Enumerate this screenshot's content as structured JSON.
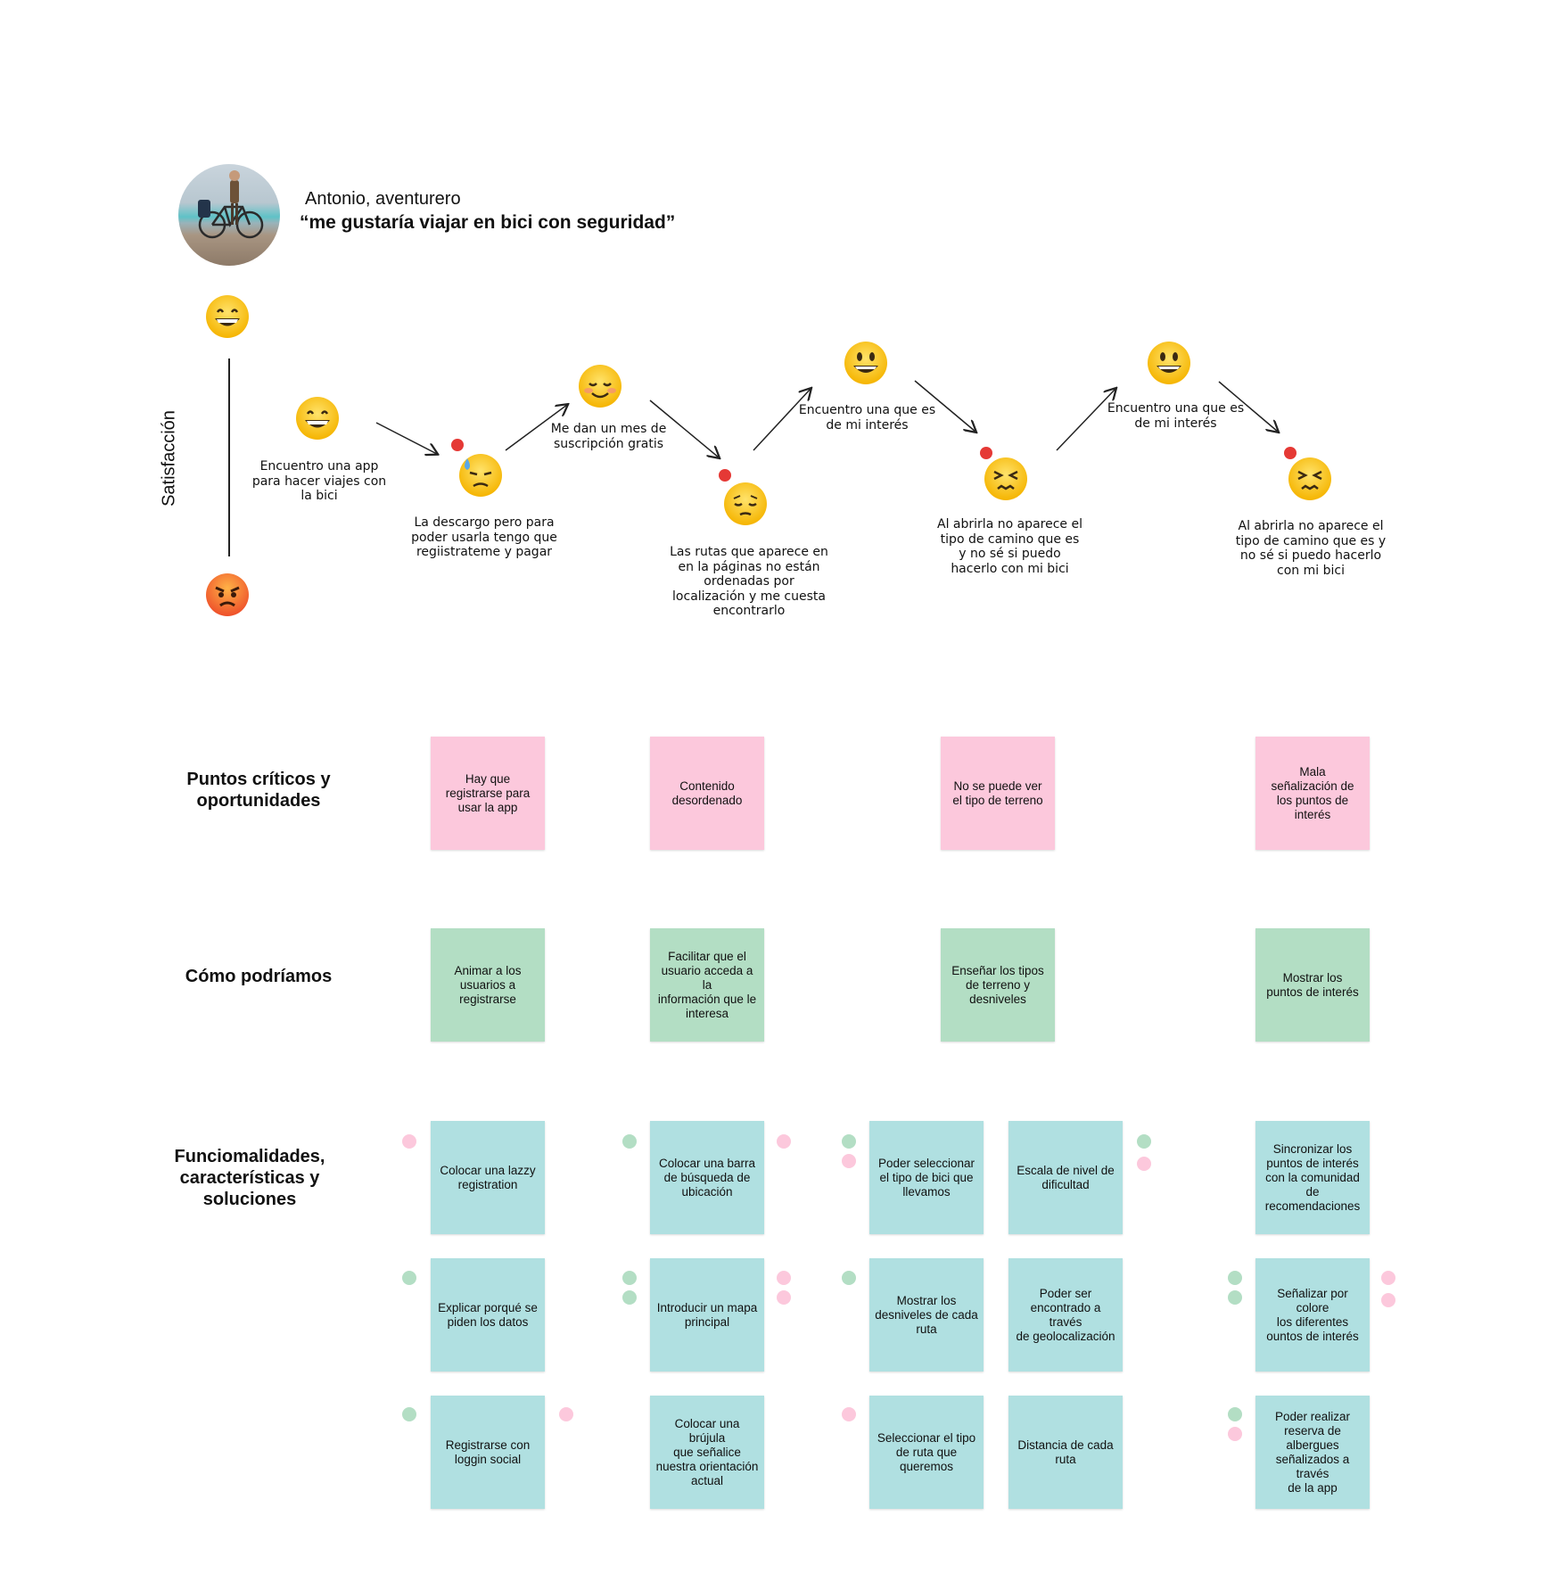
{
  "persona": {
    "name": "Antonio, aventurero",
    "quote": "“me gustaría viajar en bici con seguridad”"
  },
  "axis": {
    "label": "Satisfacción"
  },
  "journey": {
    "steps": [
      {
        "text": "Encuentro una app\npara hacer viajes con\nla bici",
        "mood": "grinning"
      },
      {
        "text": "La descargo pero para\npoder usarla  tengo que\nregiistrateme y pagar",
        "mood": "downcast-sweat"
      },
      {
        "text": "Me dan un mes de\nsuscripción gratis",
        "mood": "smiling-blush"
      },
      {
        "text": "Las rutas que aparece en\nen la páginas no están\nordenadas por\nlocalización y me cuesta\nencontrarlo",
        "mood": "pensive"
      },
      {
        "text": "Encuentro una que es\nde mi interés",
        "mood": "smiley"
      },
      {
        "text": "Al abrirla no aparece el\ntipo de camino que es\ny no sé si puedo\nhacerlo con mi bici",
        "mood": "persevering"
      },
      {
        "text": "Encuentro una que es\nde mi interés",
        "mood": "smiley"
      },
      {
        "text": "Al abrirla no aparece el\ntipo de camino que es y\nno sé si puedo hacerlo\ncon mi bici",
        "mood": "persevering"
      }
    ]
  },
  "rows": {
    "critical": {
      "label": "Puntos críticos y\noportunidades",
      "notes": [
        "Hay que\nregistrarse para\nusar la app",
        "Contenido\ndesordenado",
        "No se puede ver\nel tipo de terreno",
        "Mala\nseñalización de\nlos puntos de\ninterés"
      ]
    },
    "how": {
      "label": "Cómo podríamos",
      "notes": [
        "Animar a los\nusuarios a\nregistrarse",
        "Facilitar que el\nusuario acceda a la\ninformación que le\ninteresa",
        "Enseñar los tipos\nde terreno y\ndesniveles",
        "Mostrar los\npuntos de interés"
      ]
    },
    "features": {
      "label": "Funciomalidades,\ncaracterísticas y\nsoluciones",
      "notes": [
        "Colocar una lazzy\nregistration",
        "Colocar una barra\nde búsqueda de\nubicación",
        "Poder seleccionar\nel tipo de bici que\nllevamos",
        "Escala de nivel de\ndificultad",
        "Sincronizar los\npuntos de interés\ncon la comunidad\nde\nrecomendaciones",
        "Explicar porqué se\npiden los datos",
        "Introducir un mapa\nprincipal",
        "Mostrar los\ndesniveles de cada\nruta",
        "Poder ser\nencontrado a través\nde geolocalización",
        "Señalizar por colore\nlos diferentes\nountos de interés",
        "Registrarse con\nloggin social",
        "Colocar una brújula\nque señalice\nnuestra orientación\nactual",
        "Seleccionar el tipo\nde ruta que\nqueremos",
        "Distancia de cada\nruta",
        "Poder realizar\nreserva de\nalbergues\nseñalizados a través\nde la app"
      ]
    }
  },
  "colors": {
    "pain": "#e53935",
    "critical_note": "#fcc8dc",
    "how_note": "#b3dec4",
    "feature_note": "#b0e0e1"
  }
}
